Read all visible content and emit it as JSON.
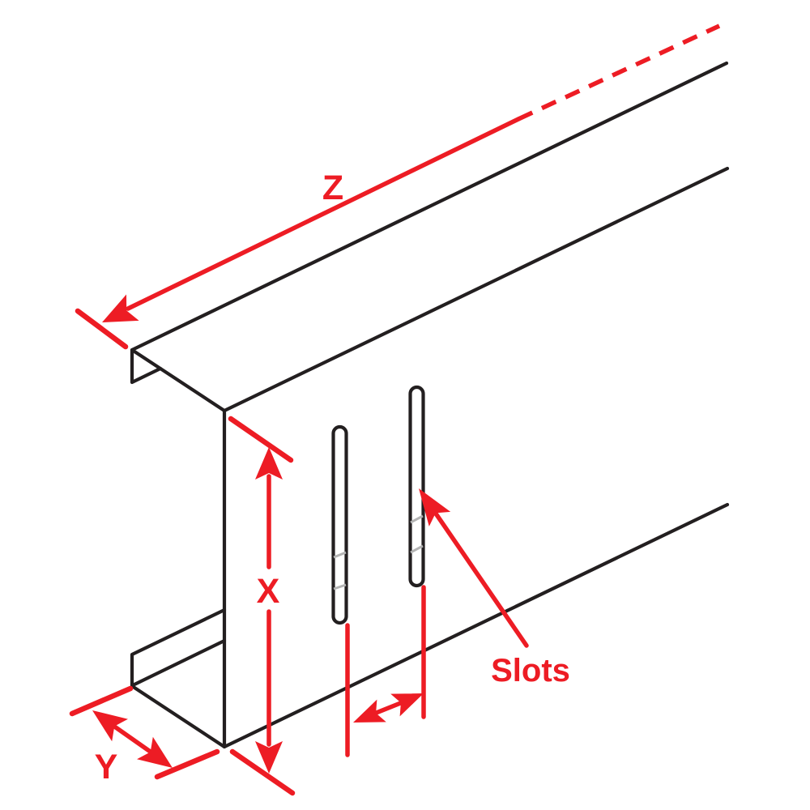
{
  "labels": {
    "z": "Z",
    "x": "X",
    "y": "Y",
    "slots": "Slots"
  },
  "colors": {
    "red": "#ed1c24",
    "black": "#231f20",
    "gray": "#b3b3b3",
    "background": "#ffffff"
  }
}
